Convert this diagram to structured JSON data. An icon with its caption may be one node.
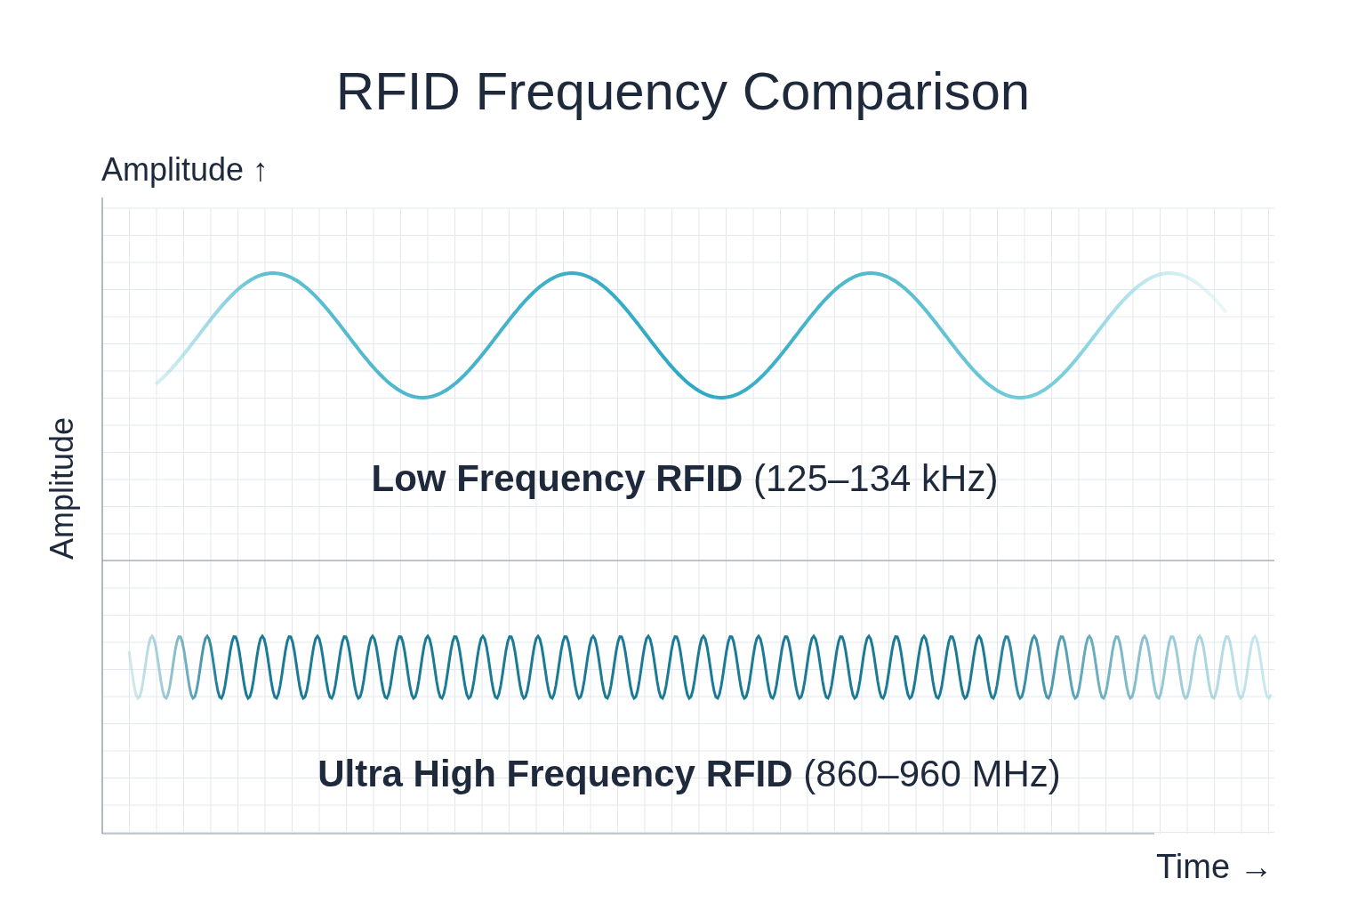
{
  "diagram": {
    "title": "RFID Frequency Comparison",
    "labels": [
      "Amplitude ↑",
      "Amplitude",
      "**Low Frequency RFID** (125–134 kHz)",
      "**Ultra High Frequency RFID** (860–960 MHz)",
      "Time →"
    ]
  }
}
